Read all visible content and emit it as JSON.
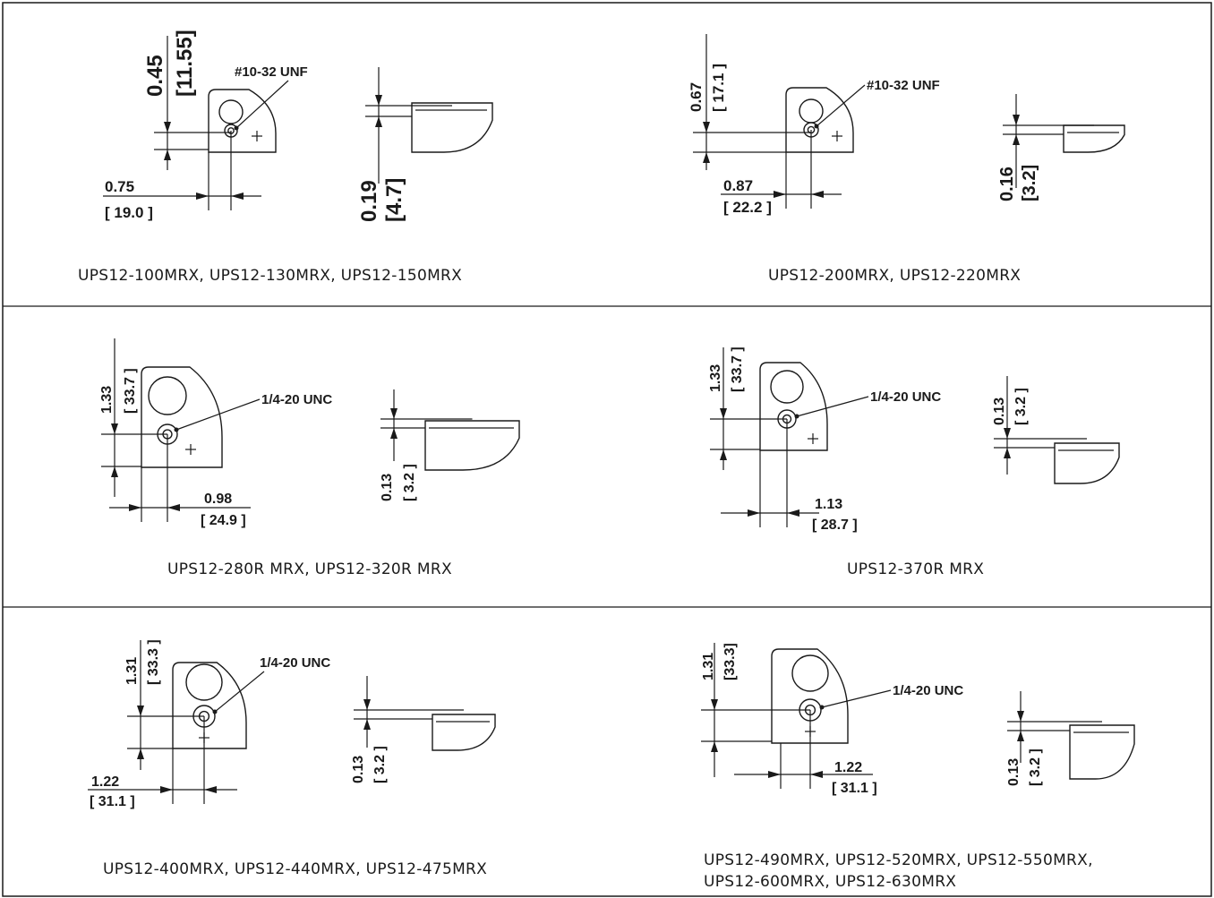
{
  "panels": [
    {
      "caption": [
        "UPS12-100MRX, UPS12-130MRX, UPS12-150MRX"
      ],
      "thread": "#10-32 UNF",
      "vertical_in": "0.45",
      "vertical_mm": "[11.55]",
      "horizontal_in": "0.75",
      "horizontal_mm": "[ 19.0 ]",
      "side_in": "0.19",
      "side_mm": "[4.7]"
    },
    {
      "caption": [
        "UPS12-200MRX, UPS12-220MRX"
      ],
      "thread": "#10-32 UNF",
      "vertical_in": "0.67",
      "vertical_mm": "[ 17.1 ]",
      "horizontal_in": "0.87",
      "horizontal_mm": "[ 22.2 ]",
      "side_in": "0.16",
      "side_mm": "[3.2]"
    },
    {
      "caption": [
        "UPS12-280R MRX, UPS12-320R MRX"
      ],
      "thread": "1/4-20 UNC",
      "vertical_in": "1.33",
      "vertical_mm": "[ 33.7 ]",
      "horizontal_in": "0.98",
      "horizontal_mm": "[ 24.9 ]",
      "side_in": "0.13",
      "side_mm": "[ 3.2 ]"
    },
    {
      "caption": [
        "UPS12-370R MRX"
      ],
      "thread": "1/4-20 UNC",
      "vertical_in": "1.33",
      "vertical_mm": "[ 33.7 ]",
      "horizontal_in": "1.13",
      "horizontal_mm": "[ 28.7 ]",
      "side_in": "0.13",
      "side_mm": "[ 3.2 ]"
    },
    {
      "caption": [
        "UPS12-400MRX, UPS12-440MRX, UPS12-475MRX"
      ],
      "thread": "1/4-20 UNC",
      "vertical_in": "1.31",
      "vertical_mm": "[ 33.3 ]",
      "horizontal_in": "1.22",
      "horizontal_mm": "[ 31.1 ]",
      "side_in": "0.13",
      "side_mm": "[ 3.2 ]"
    },
    {
      "caption": [
        "UPS12-490MRX, UPS12-520MRX, UPS12-550MRX,",
        "UPS12-600MRX, UPS12-630MRX"
      ],
      "thread": "1/4-20 UNC",
      "vertical_in": "1.31",
      "vertical_mm": "[33.3]",
      "horizontal_in": "1.22",
      "horizontal_mm": "[ 31.1 ]",
      "side_in": "0.13",
      "side_mm": "[ 3.2 ]"
    }
  ]
}
